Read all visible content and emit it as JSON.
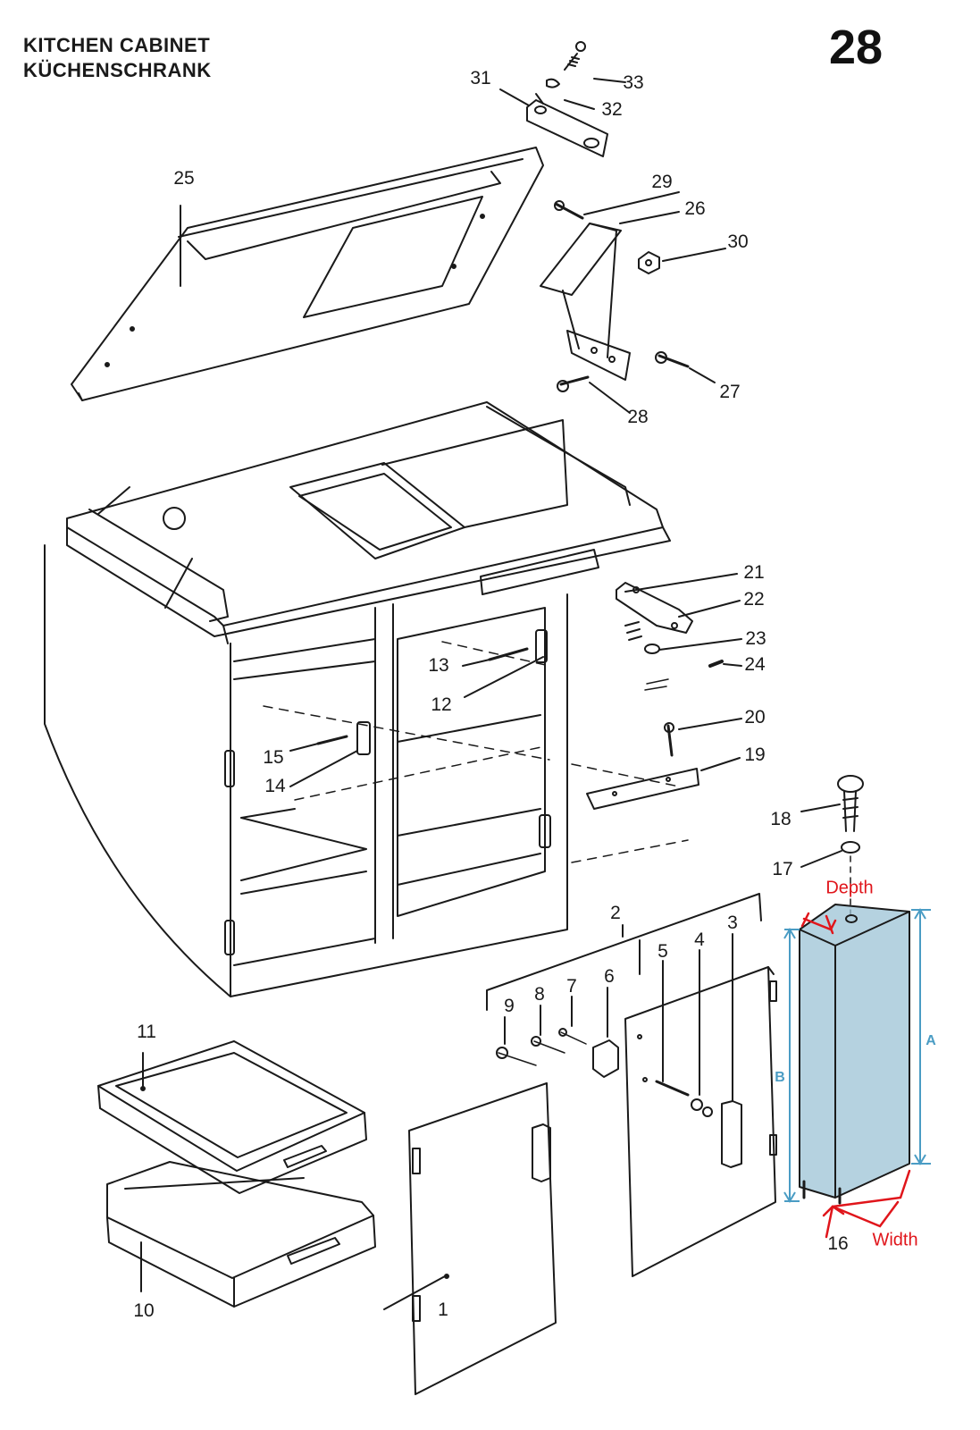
{
  "title": {
    "line1": "KITCHEN CABINET",
    "line2": "KÜCHENSCHRANK"
  },
  "page_number": "28",
  "parts": [
    "1",
    "2",
    "3",
    "4",
    "5",
    "6",
    "7",
    "8",
    "9",
    "10",
    "11",
    "12",
    "13",
    "14",
    "15",
    "16",
    "17",
    "18",
    "19",
    "20",
    "21",
    "22",
    "23",
    "24",
    "25",
    "26",
    "27",
    "28",
    "29",
    "30",
    "31",
    "32",
    "33"
  ],
  "dimension_labels": {
    "a": "A",
    "b": "B"
  },
  "annotations": {
    "depth": "Depth",
    "width": "Width"
  },
  "colors": {
    "line_art": "#1a1a1a",
    "highlight_fill": "#9cc3d6",
    "dimension_color": "#4a9cc4",
    "annotation_color": "#e0151b"
  }
}
